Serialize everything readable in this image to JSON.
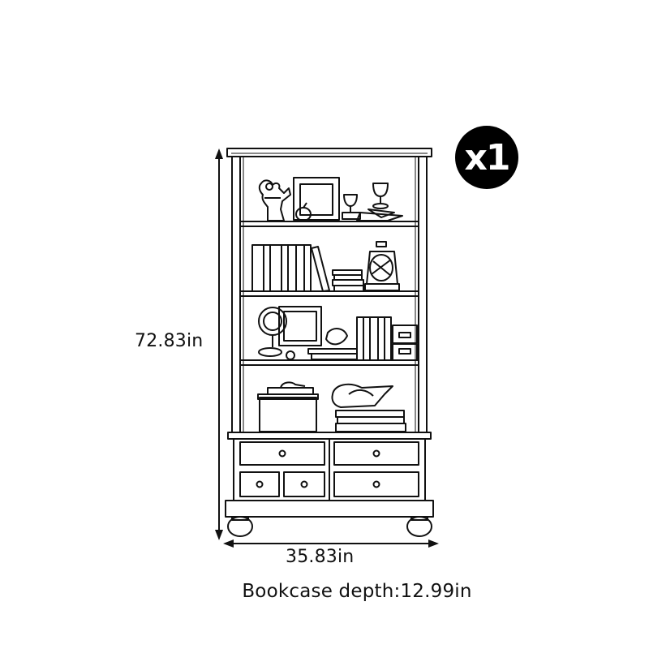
{
  "dimensions": {
    "height": "72.83in",
    "width": "35.83in",
    "depth": "Bookcase depth:12.99in"
  },
  "quantity_badge": "x1",
  "colors": {
    "line": "#111111",
    "badge": "#000000",
    "background": "#ffffff"
  }
}
